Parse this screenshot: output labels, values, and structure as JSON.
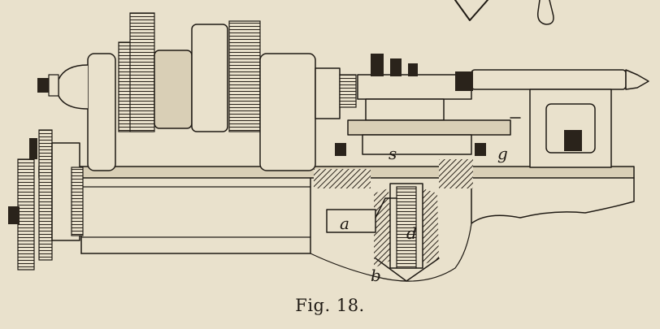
{
  "figure": {
    "caption": "Fig. 18.",
    "labels": {
      "a": "a",
      "b": "b",
      "d": "d",
      "g": "g",
      "s": "s"
    }
  }
}
